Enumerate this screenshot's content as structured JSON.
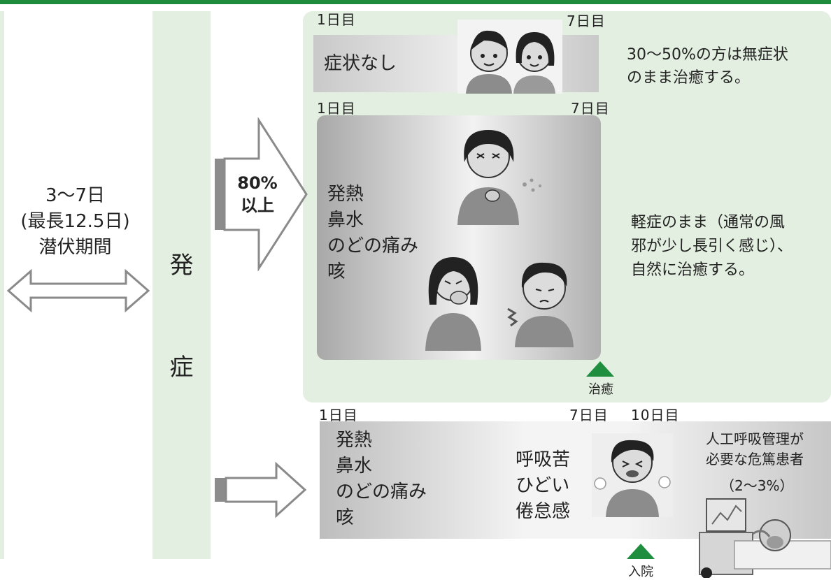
{
  "incubation": {
    "line1": "3～7日",
    "line2": "(最長12.5日)",
    "line3": "潜伏期間"
  },
  "onset": {
    "char1": "発",
    "char2": "症"
  },
  "arrow_upper": {
    "label": "80%\n以上"
  },
  "asymptomatic": {
    "day_start": "1日目",
    "day_end": "7日目",
    "label": "症状なし",
    "note": "30～50%の方は無症状\nのまま治癒する。"
  },
  "mild": {
    "day_start": "1日目",
    "day_end": "7日目",
    "symptoms": "発熱\n鼻水\nのどの痛み\n咳",
    "note": "軽症のまま（通常の風\n邪が少し長引く感じ）、\n自然に治癒する。",
    "marker": "治癒"
  },
  "severe": {
    "day_start": "1日目",
    "day_end": "7日目",
    "day_10": "10日目",
    "symptoms": "発熱\n鼻水\nのどの痛み\n咳",
    "worsening": "呼吸苦\nひどい\n倦怠感",
    "critical": "人工呼吸管理が\n必要な危篤患者",
    "percent": "（2～3%）",
    "marker": "入院"
  },
  "colors": {
    "bar": "#1e8a3c",
    "panel": "#e3efe0",
    "marker": "#1f8f3f"
  }
}
